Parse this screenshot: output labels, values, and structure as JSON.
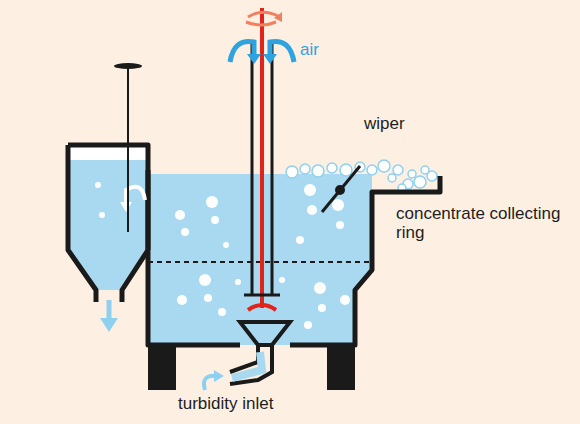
{
  "diagram": {
    "labels": [
      "air",
      "wiper",
      "concentrate collecting ring",
      "turbidity inlet"
    ]
  }
}
